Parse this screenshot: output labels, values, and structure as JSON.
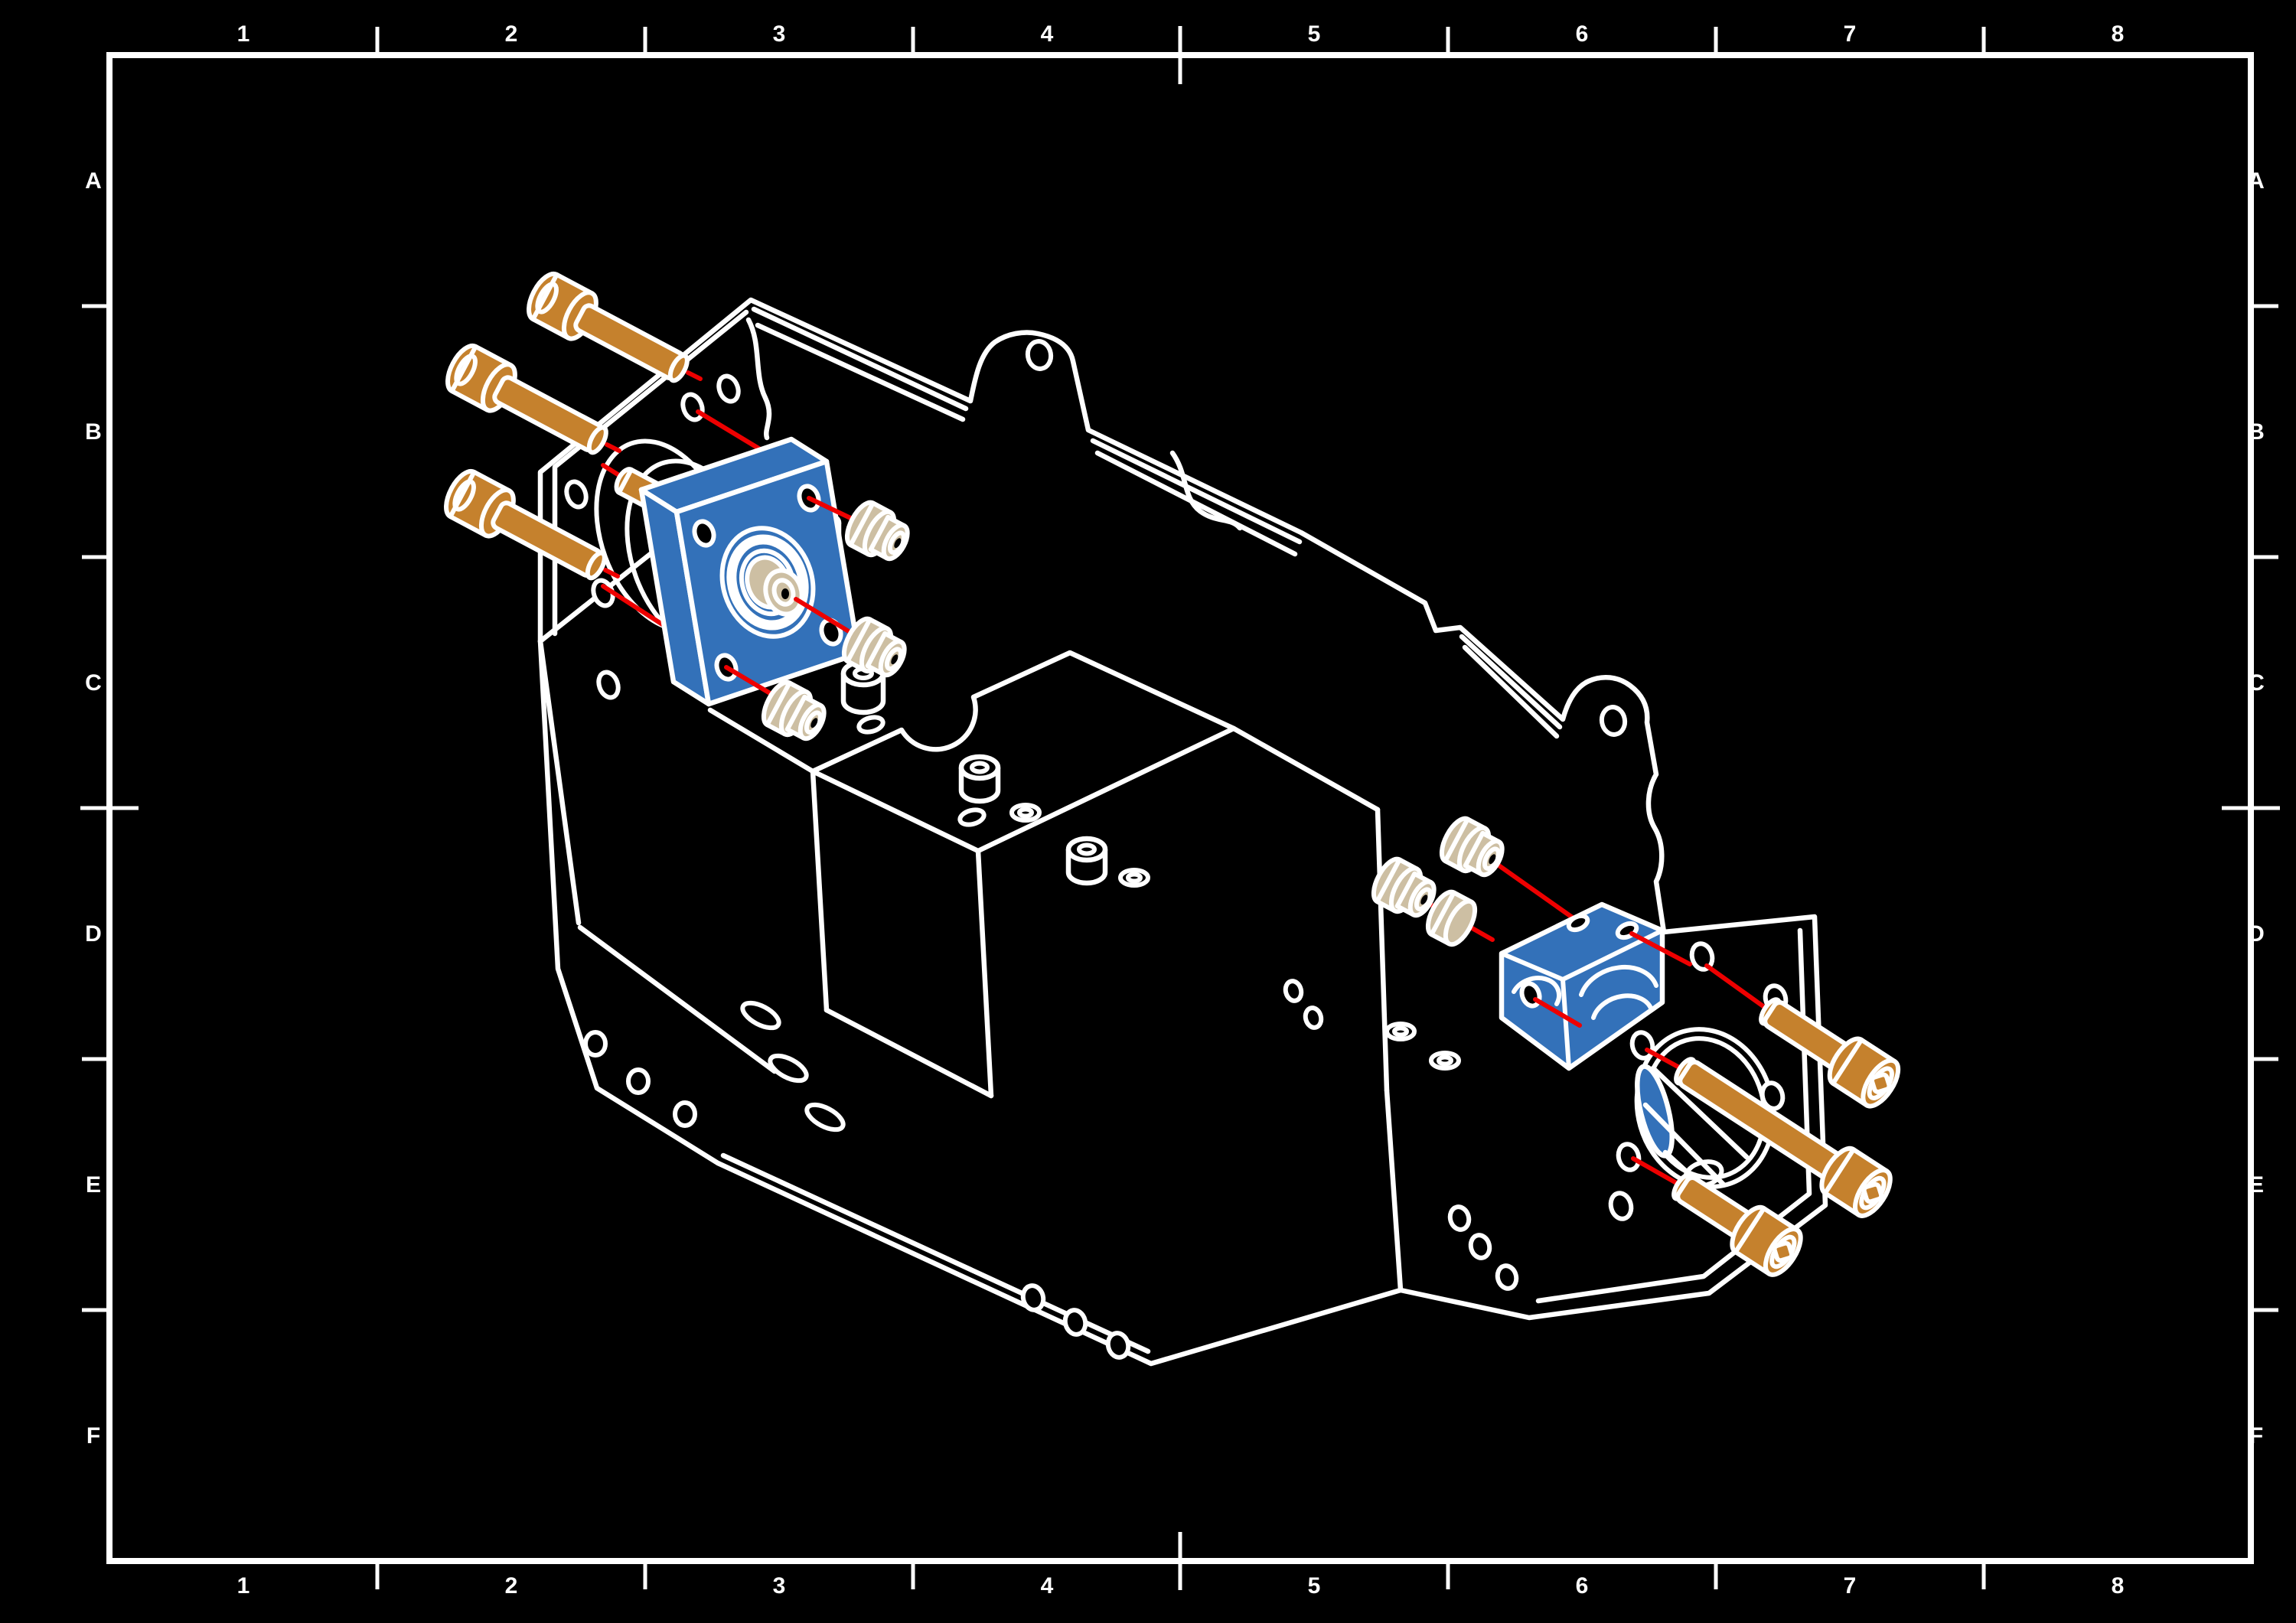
{
  "drawing": {
    "border": {
      "columns": [
        "1",
        "2",
        "3",
        "4",
        "5",
        "6",
        "7",
        "8"
      ],
      "rows": [
        "A",
        "B",
        "C",
        "D",
        "E",
        "F"
      ]
    },
    "colors": {
      "background": "#000000",
      "line": "#FFFFFF",
      "bearing_block": "#3371B9",
      "screw": "#C5812D",
      "spacer": "#CDBFA3",
      "axis_line": "#EE0000"
    },
    "assembly": {
      "left_mount": {
        "bearing_blocks": 1,
        "screws": 3,
        "spacers": 3,
        "standoffs": 1
      },
      "right_mount": {
        "bearing_blocks": 1,
        "screws": 3,
        "spacers": 3
      },
      "axis_lines": 14
    }
  }
}
